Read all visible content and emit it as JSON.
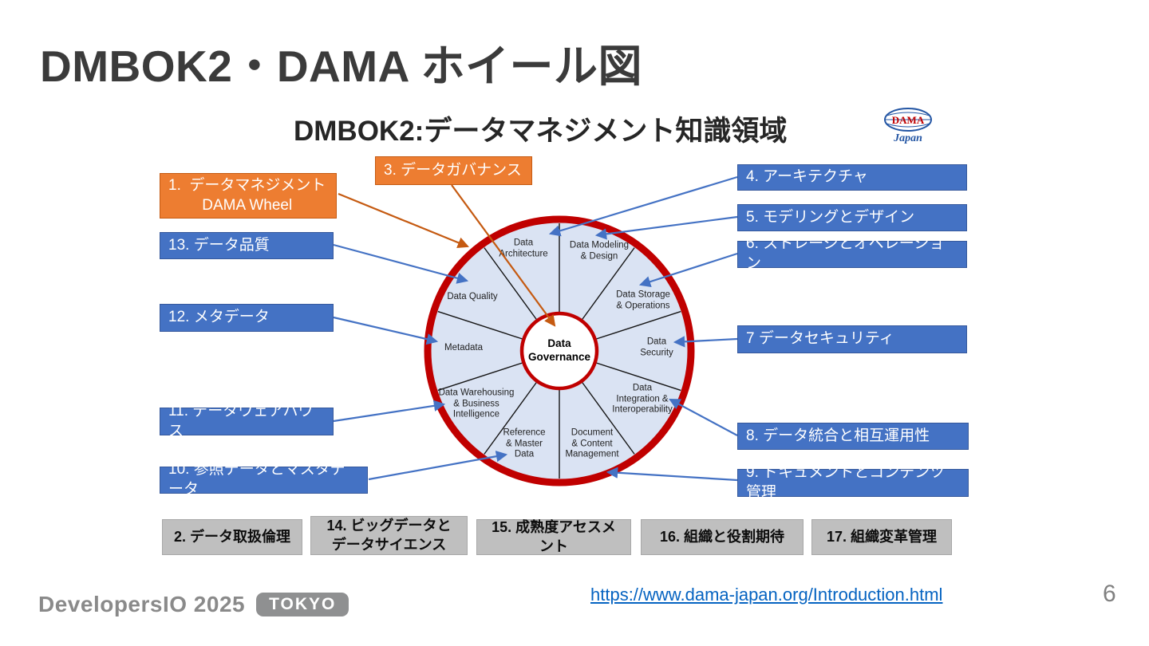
{
  "slide": {
    "title": "DMBOK2・DAMA ホイール図",
    "subtitle": "DMBOK2:データマネジメント知識領域",
    "page_number": "6",
    "link_text": "https://www.dama-japan.org/Introduction.html",
    "footer_brand": "DevelopersIO 2025",
    "footer_badge": "TOKYO"
  },
  "dama_logo": {
    "line1": "DAMA",
    "line2": "Japan"
  },
  "wheel": {
    "center_label": "Data\nGovernance",
    "segments": [
      "Data\nArchitecture",
      "Data Modeling\n& Design",
      "Data Storage\n& Operations",
      "Data\nSecurity",
      "Data Integration &\nInteroperability",
      "Document\n& Content\nManagement",
      "Reference\n& Master\nData",
      "Data Warehousing\n& Business\nIntelligence",
      "Metadata",
      "Data Quality"
    ]
  },
  "callouts": {
    "box1": "1.  データマネジメント\n        DAMA Wheel",
    "box3": "3. データガバナンス",
    "box4": "4. アーキテクチャ",
    "box5": "5. モデリングとデザイン",
    "box6": "6. ストレージとオペレーション",
    "box7": "7 データセキュリティ",
    "box8": "8. データ統合と相互運用性",
    "box9": "9. ドキュメントとコンテンツ管理",
    "box10": "10. 参照データとマスタデータ",
    "box11": "11. データウェアハウス",
    "box12": "12. メタデータ",
    "box13": "13. データ品質"
  },
  "bottom_row": {
    "box2": "2. データ取扱倫理",
    "box14": "14. ビッグデータと\nデータサイエンス",
    "box15": "15. 成熟度アセスメント",
    "box16": "16. 組織と役割期待",
    "box17": "17. 組織変革管理"
  },
  "colors": {
    "accent_blue": "#4472C4",
    "accent_orange": "#ED7D31",
    "box_gray": "#BFBFBF",
    "wheel_ring_red": "#C00000",
    "wheel_fill": "#DAE3F3",
    "link_blue": "#0563C1",
    "title_gray": "#3b3b3b"
  }
}
